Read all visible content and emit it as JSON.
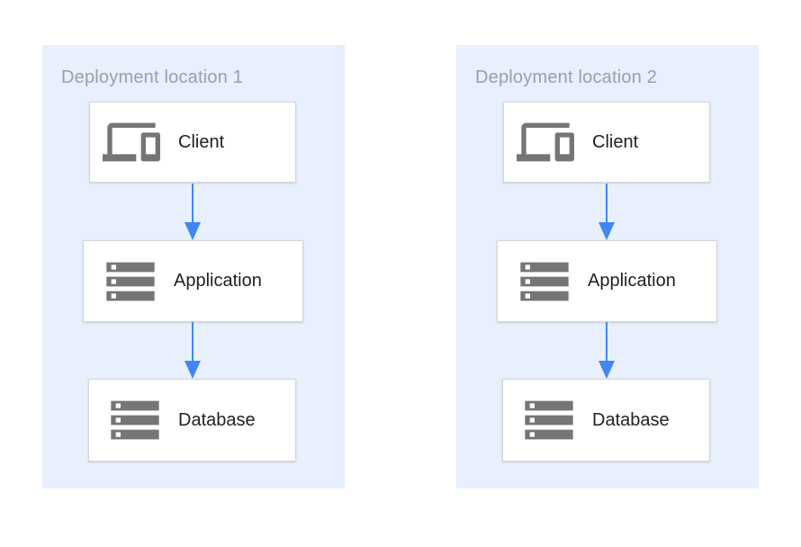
{
  "panels": [
    {
      "title": "Deployment location 1",
      "nodes": [
        {
          "label": "Client",
          "icon": "devices-icon"
        },
        {
          "label": "Application",
          "icon": "storage-icon"
        },
        {
          "label": "Database",
          "icon": "storage-icon"
        }
      ]
    },
    {
      "title": "Deployment location 2",
      "nodes": [
        {
          "label": "Client",
          "icon": "devices-icon"
        },
        {
          "label": "Application",
          "icon": "storage-icon"
        },
        {
          "label": "Database",
          "icon": "storage-icon"
        }
      ]
    }
  ],
  "colors": {
    "panel_background": "#e8f0fe",
    "panel_title": "#9aa0a6",
    "node_background": "#ffffff",
    "node_border": "#d5d5d5",
    "node_label": "#212121",
    "icon": "#757575",
    "arrow": "#4285f4"
  }
}
